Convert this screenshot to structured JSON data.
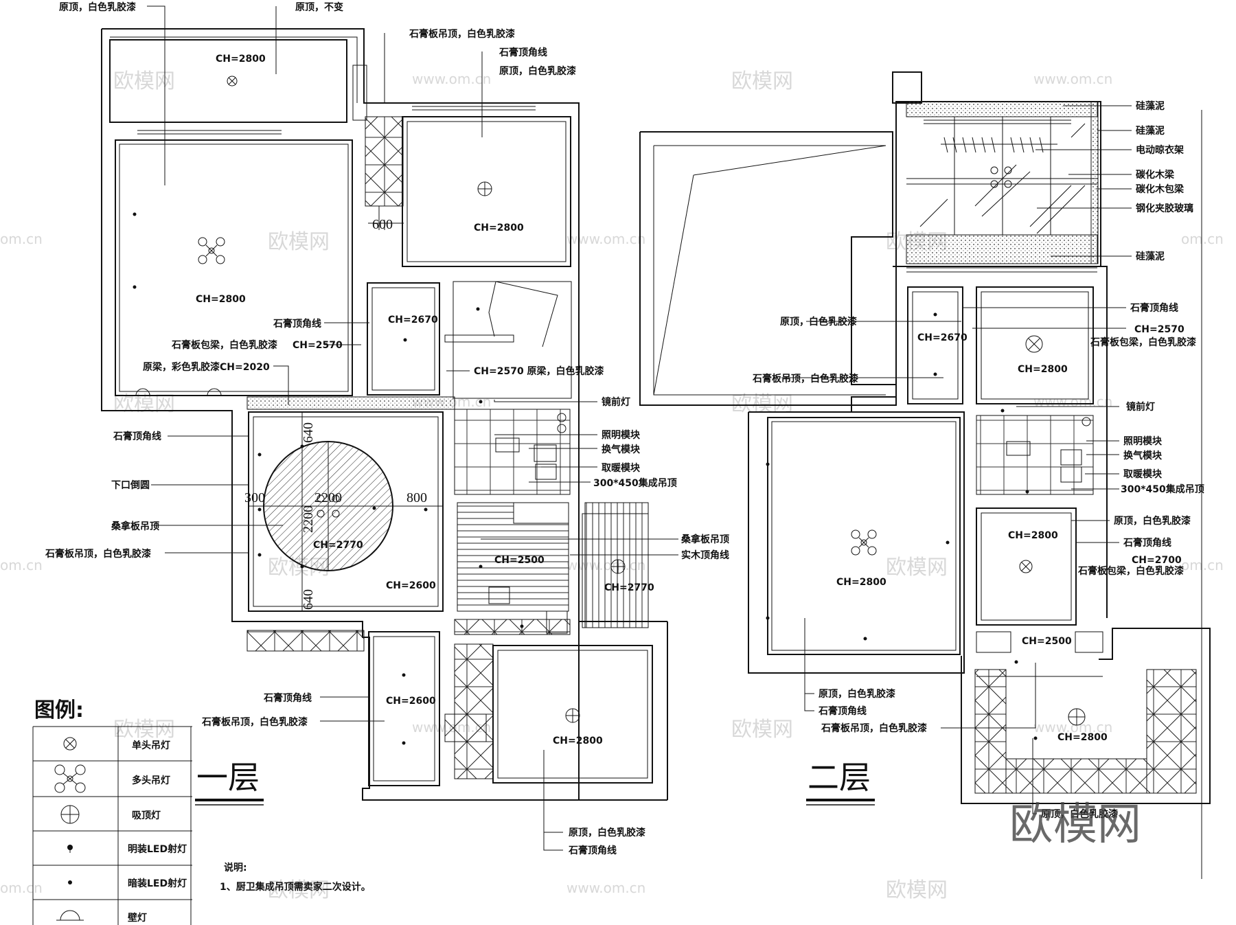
{
  "floor1": {
    "title": "一层",
    "labels": {
      "l01": "原顶，白色乳胶漆",
      "l02": "原顶，不变",
      "l03": "石膏板吊顶，白色乳胶漆",
      "l04": "石膏顶角线",
      "l05": "原顶，白色乳胶漆",
      "l06": "石膏顶角线",
      "l07": "石膏板包梁，白色乳胶漆",
      "l08": "原梁，彩色乳胶漆CH=2020",
      "l09": "CH=2570 原梁，白色乳胶漆",
      "l10": "镜前灯",
      "l11": "石膏顶角线",
      "l12": "照明模块",
      "l13": "换气模块",
      "l14": "取暖模块",
      "l15": "300*450集成吊顶",
      "l16": "下口倒圆",
      "l17": "桑拿板吊顶",
      "l18": "桑拿板吊顶",
      "l19": "实木顶角线",
      "l20": "石膏板吊顶，白色乳胶漆",
      "l21": "石膏顶角线",
      "l22": "石膏板吊顶，白色乳胶漆",
      "l23": "原顶，白色乳胶漆",
      "l24": "石膏顶角线"
    },
    "ch": {
      "c01": "CH=2800",
      "c02": "CH=2800",
      "c03": "CH=2800",
      "c04": "CH=2670",
      "c05": "CH=2570",
      "c06": "CH=2770",
      "c07": "CH=2600",
      "c08": "CH=2500",
      "c09": "CH=2770",
      "c10": "CH=2600",
      "c11": "CH=2800"
    },
    "dims": {
      "d600": "600",
      "d640a": "640",
      "d300": "300",
      "d2200a": "2200",
      "d800": "800",
      "d2200b": "2200",
      "d640b": "640"
    }
  },
  "floor2": {
    "title": "二层",
    "labels": {
      "r01": "硅藻泥",
      "r02": "硅藻泥",
      "r03": "电动晾衣架",
      "r04": "碳化木梁",
      "r05": "碳化木包梁",
      "r06": "钢化夹胶玻璃",
      "r07": "硅藻泥",
      "r08": "石膏顶角线",
      "r09": "CH=2570",
      "r10": "石膏板包梁，白色乳胶漆",
      "r11": "原顶，白色乳胶漆",
      "r12": "石膏板吊顶，白色乳胶漆",
      "r13": "镜前灯",
      "r14": "照明模块",
      "r15": "换气模块",
      "r16": "取暖模块",
      "r17": "300*450集成吊顶",
      "r18": "原顶，白色乳胶漆",
      "r19": "石膏顶角线",
      "r20": "CH=2700",
      "r21": "石膏板包梁，白色乳胶漆",
      "r22": "原顶，白色乳胶漆",
      "r23": "石膏顶角线",
      "r24": "石膏板吊顶，白色乳胶漆",
      "r25": "原顶，白色乳胶漆"
    },
    "ch": {
      "k01": "CH=2670",
      "k02": "CH=2800",
      "k03": "CH=2800",
      "k04": "CH=2800",
      "k05": "CH=2500",
      "k06": "CH=2800"
    }
  },
  "legend": {
    "heading": "图例:",
    "items": [
      {
        "icon": "single-pendant-lamp-icon",
        "label": "单头吊灯"
      },
      {
        "icon": "multi-pendant-lamp-icon",
        "label": "多头吊灯"
      },
      {
        "icon": "ceiling-lamp-icon",
        "label": "吸顶灯"
      },
      {
        "icon": "surface-led-spotlight-icon",
        "label": "明装LED射灯"
      },
      {
        "icon": "recessed-led-spotlight-icon",
        "label": "暗装LED射灯"
      },
      {
        "icon": "wall-lamp-icon",
        "label": "壁灯"
      }
    ]
  },
  "notes": {
    "heading": "说明:",
    "line1": "1、厨卫集成吊顶需卖家二次设计。"
  },
  "watermark": {
    "brand": "欧模网",
    "site": "www.om.cn",
    "site_short": "om.cn"
  }
}
